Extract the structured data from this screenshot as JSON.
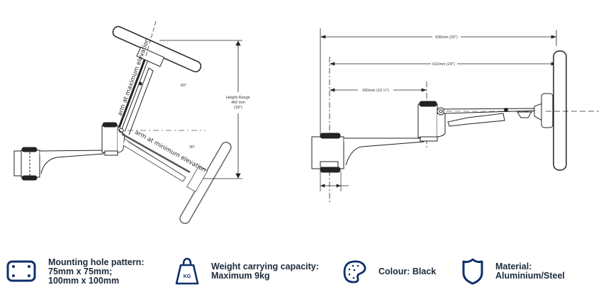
{
  "diagram": {
    "side_view": {
      "angle_upper": "60°",
      "angle_lower": "30°",
      "arm_label_upper": "arm at maximum elevation",
      "arm_label_lower": "arm at minimum elevation",
      "height_range": {
        "line1": "Height Range",
        "line2": "460 mm",
        "line3": "(18\")"
      }
    },
    "top_view": {
      "dim_total": "635mm (25\")",
      "dim_mid": "610mm (24\")",
      "dim_short": "260mm (10 ¼\")"
    }
  },
  "specs": [
    {
      "icon": "mounting-pattern-icon",
      "lines": [
        "Mounting hole pattern:",
        "75mm x 75mm;",
        "100mm x 100mm"
      ]
    },
    {
      "icon": "weight-kg-icon",
      "icon_text": "KG",
      "lines": [
        "Weight carrying capacity:",
        "Maximum 9kg"
      ]
    },
    {
      "icon": "palette-icon",
      "lines": [
        "Colour: Black"
      ]
    },
    {
      "icon": "shield-icon",
      "lines": [
        "Material: Aluminium/Steel"
      ]
    }
  ],
  "colors": {
    "icon": "#0f2f6b",
    "line": "#222222",
    "text": "#1b2a3a"
  }
}
